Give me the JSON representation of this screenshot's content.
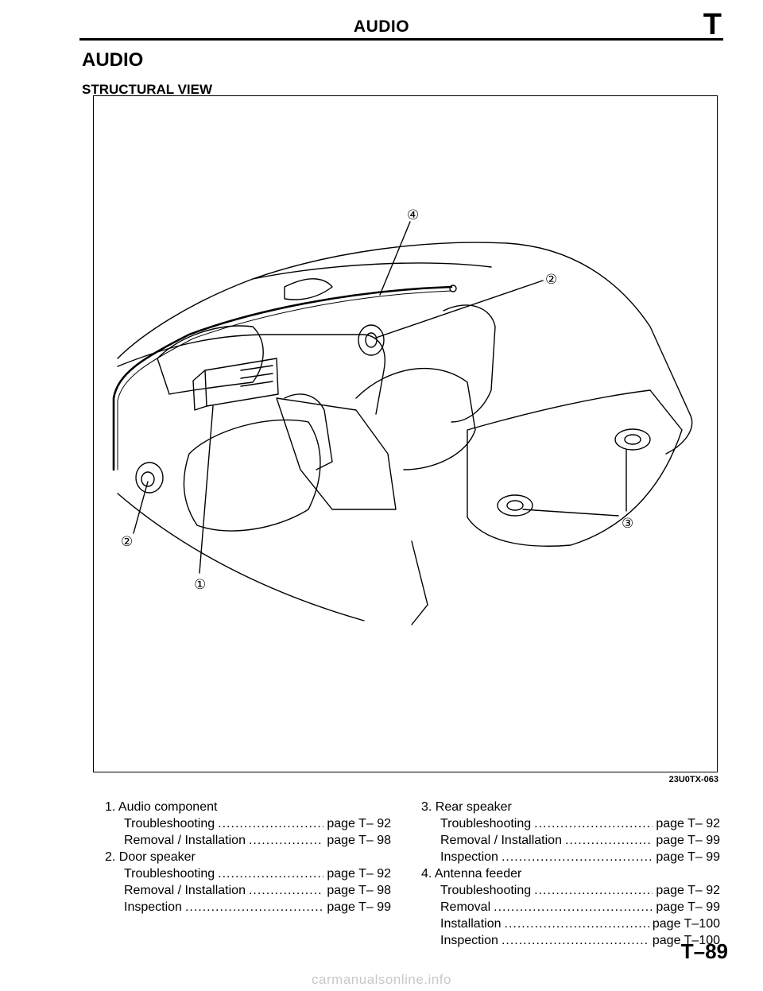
{
  "header": {
    "title": "AUDIO",
    "section_letter": "T"
  },
  "section": {
    "title": "AUDIO",
    "subtitle": "STRUCTURAL VIEW"
  },
  "figure": {
    "id": "23U0TX-063",
    "callouts": [
      "①",
      "②",
      "②",
      "③",
      "④"
    ]
  },
  "components": [
    {
      "title": "1. Audio component",
      "entries": [
        {
          "label": "Troubleshooting",
          "page": "page T–  92"
        },
        {
          "label": "Removal / Installation",
          "page": "page T–  98"
        }
      ]
    },
    {
      "title": "2. Door speaker",
      "entries": [
        {
          "label": "Troubleshooting",
          "page": "page T–  92"
        },
        {
          "label": "Removal / Installation",
          "page": "page T–  98"
        },
        {
          "label": "Inspection",
          "page": "page T–  99"
        }
      ]
    },
    {
      "title": "3. Rear speaker",
      "entries": [
        {
          "label": "Troubleshooting",
          "page": "page T–  92"
        },
        {
          "label": "Removal / Installation",
          "page": "page T–  99"
        },
        {
          "label": "Inspection",
          "page": "page T–  99"
        }
      ]
    },
    {
      "title": "4. Antenna feeder",
      "entries": [
        {
          "label": "Troubleshooting",
          "page": "page T–  92"
        },
        {
          "label": "Removal",
          "page": "page T–  99"
        },
        {
          "label": "Installation",
          "page": "page T–100"
        },
        {
          "label": "Inspection",
          "page": "page T–100"
        }
      ]
    }
  ],
  "footer": {
    "page_number": "T–89",
    "watermark": "carmanualsonline.info"
  }
}
